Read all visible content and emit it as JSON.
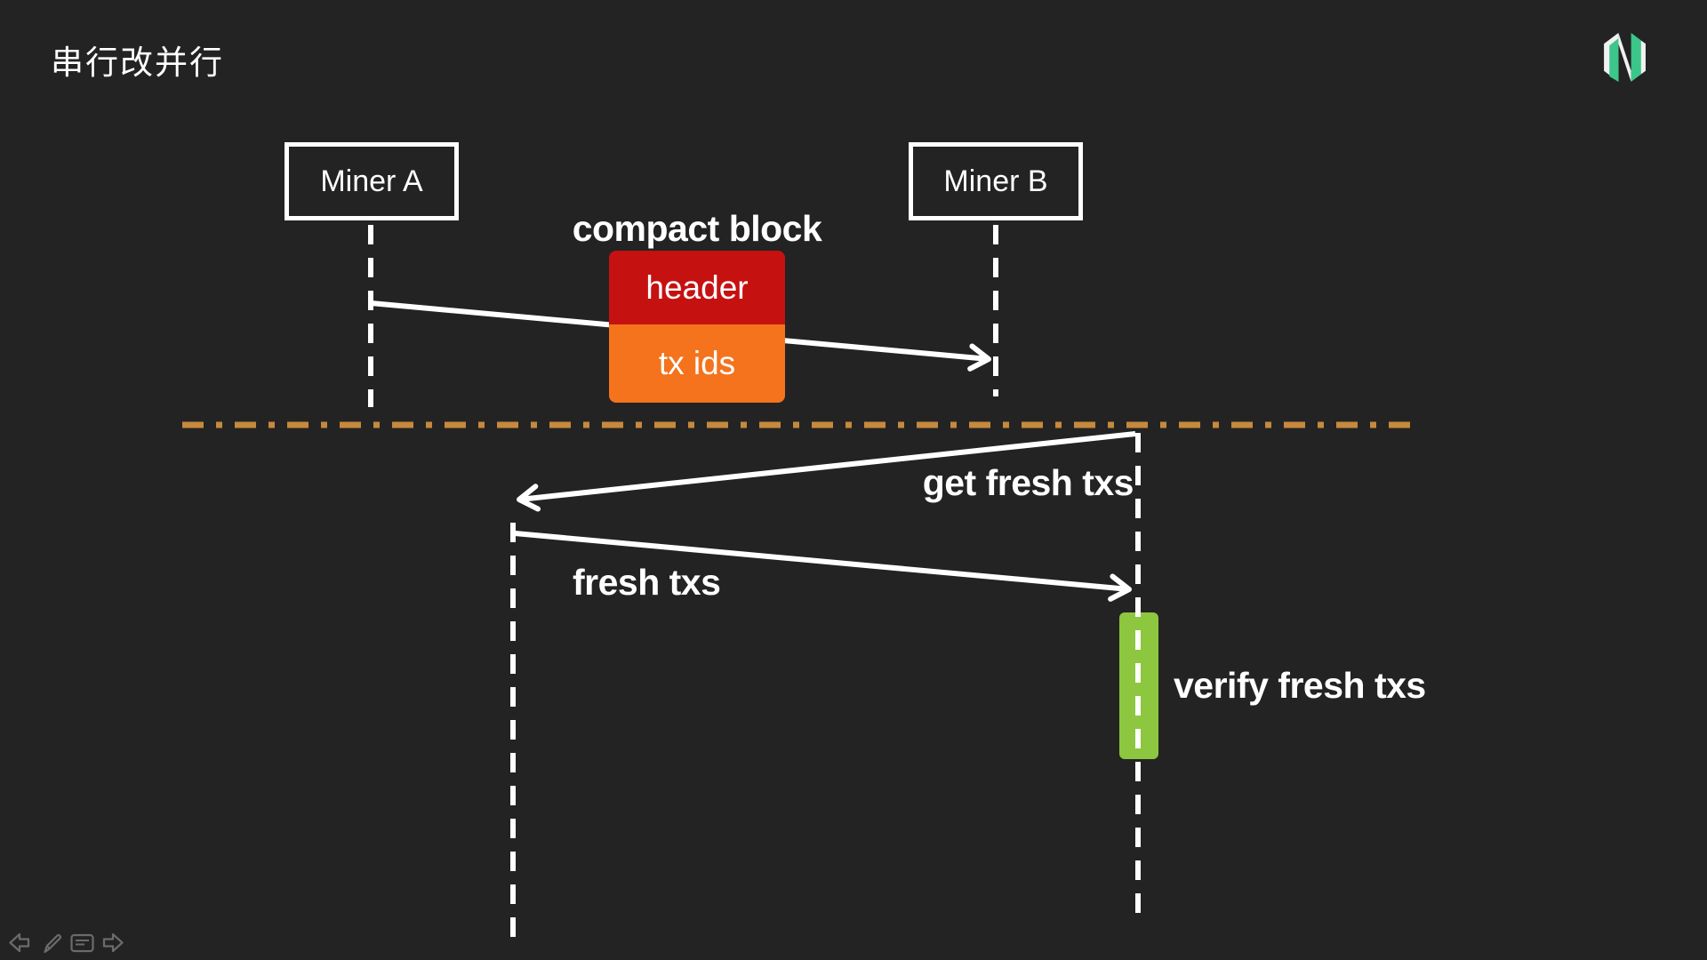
{
  "slide": {
    "title": "串行改并行"
  },
  "logo": {
    "name": "neovim-logo",
    "green": "#3cc68a",
    "white": "#f1f1f1"
  },
  "diagram": {
    "actors": [
      {
        "label": "Miner A"
      },
      {
        "label": "Miner B"
      }
    ],
    "compact_block": {
      "title": "compact block",
      "parts": [
        {
          "label": "header",
          "color": "#c61111"
        },
        {
          "label": "tx ids",
          "color": "#f4731c"
        }
      ]
    },
    "messages": [
      {
        "label": "get fresh txs"
      },
      {
        "label": "fresh txs"
      }
    ],
    "activation": {
      "label": "verify fresh txs",
      "color": "#8dc63f"
    },
    "divider": {
      "color": "#c6893d"
    },
    "line_color": "#ffffff"
  },
  "toolbar": {
    "color": "#6b6b6b",
    "icons": [
      {
        "name": "previous-slide"
      },
      {
        "name": "pen"
      },
      {
        "name": "comment"
      },
      {
        "name": "next-slide"
      }
    ]
  }
}
